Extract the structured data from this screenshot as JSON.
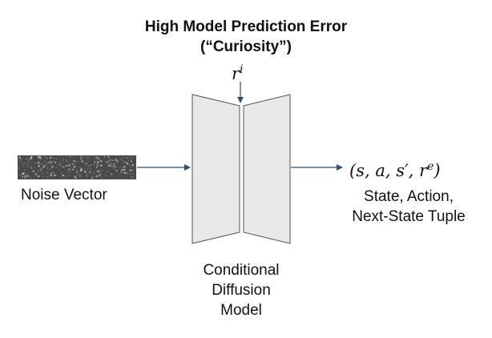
{
  "title": {
    "line1": "High Model Prediction Error",
    "line2": "(“Curiosity”)"
  },
  "reward_symbol": {
    "base": "r",
    "superscript": "i"
  },
  "input": {
    "label": "Noise Vector"
  },
  "model": {
    "label_line1": "Conditional",
    "label_line2": "Diffusion",
    "label_line3": "Model"
  },
  "output": {
    "tuple": "(s, a, s′, r",
    "tuple_superscript": "e",
    "tuple_close": ")",
    "label_line1": "State, Action,",
    "label_line2": "Next-State Tuple"
  },
  "colors": {
    "trapezoid_fill": "#e8e8e8",
    "trapezoid_stroke": "#555555",
    "arrow": "#2f4f6f",
    "noise_background": "#4a4a4a",
    "noise_speck": "#bdbdbd"
  }
}
